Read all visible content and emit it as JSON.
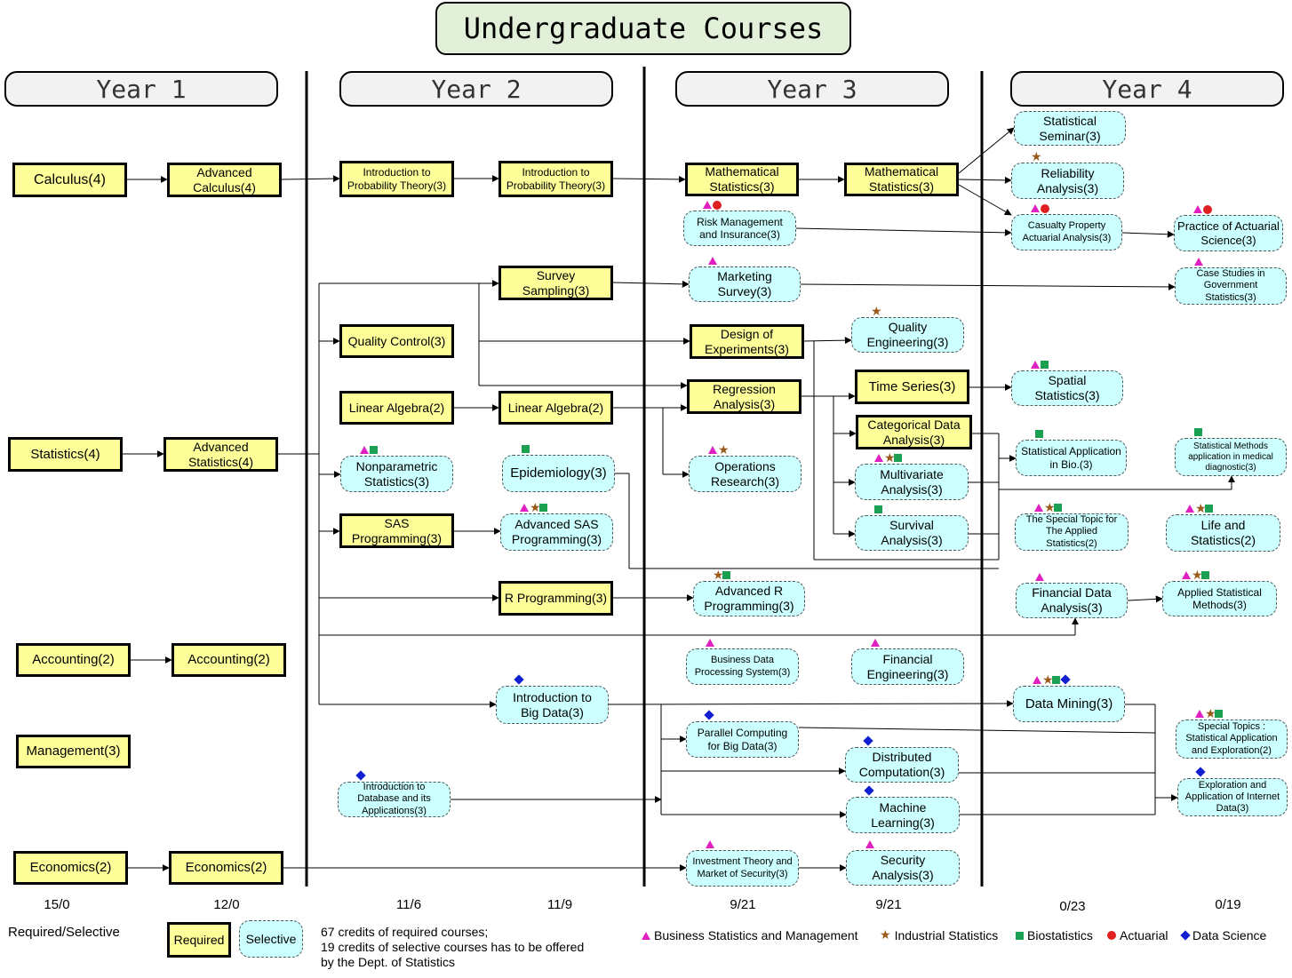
{
  "title": "Undergraduate Courses",
  "years": [
    "Year 1",
    "Year 2",
    "Year 3",
    "Year 4"
  ],
  "courses": [
    {
      "id": "calc",
      "label": "Calculus(4)",
      "type": "req",
      "fs": 16
    },
    {
      "id": "advcalc",
      "label": "Advanced\nCalculus(4)",
      "type": "req",
      "fs": 14
    },
    {
      "id": "prob1",
      "label": "Introduction to\nProbability Theory(3)",
      "type": "req",
      "fs": 12
    },
    {
      "id": "prob2",
      "label": "Introduction to\nProbability Theory(3)",
      "type": "req",
      "fs": 12
    },
    {
      "id": "mstat1",
      "label": "Mathematical\nStatistics(3)",
      "type": "req",
      "fs": 14
    },
    {
      "id": "mstat2",
      "label": "Mathematical\nStatistics(3)",
      "type": "req",
      "fs": 14
    },
    {
      "id": "statsem",
      "label": "Statistical\nSeminar(3)",
      "type": "sel",
      "fs": 14
    },
    {
      "id": "reliab",
      "label": "Reliability\nAnalysis(3)",
      "type": "sel",
      "fs": 14
    },
    {
      "id": "riskmgmt",
      "label": "Risk Management\nand Insurance(3)",
      "type": "sel",
      "fs": 12
    },
    {
      "id": "casualty",
      "label": "Casualty Property\nActuarial Analysis(3)",
      "type": "sel",
      "fs": 11
    },
    {
      "id": "practact",
      "label": "Practice of Actuarial\nScience(3)",
      "type": "sel",
      "fs": 13
    },
    {
      "id": "survsamp",
      "label": "Survey\nSampling(3)",
      "type": "req",
      "fs": 14
    },
    {
      "id": "mktsurvey",
      "label": "Marketing\nSurvey(3)",
      "type": "sel",
      "fs": 14
    },
    {
      "id": "casegov",
      "label": "Case Studies in\nGovernment\nStatistics(3)",
      "type": "sel",
      "fs": 11
    },
    {
      "id": "qc",
      "label": "Quality Control(3)",
      "type": "req",
      "fs": 14
    },
    {
      "id": "doe",
      "label": "Design of\nExperiments(3)",
      "type": "req",
      "fs": 14
    },
    {
      "id": "qualeng",
      "label": "Quality\nEngineering(3)",
      "type": "sel",
      "fs": 14
    },
    {
      "id": "linalg1",
      "label": "Linear Algebra(2)",
      "type": "req",
      "fs": 14
    },
    {
      "id": "linalg2",
      "label": "Linear Algebra(2)",
      "type": "req",
      "fs": 14
    },
    {
      "id": "regr",
      "label": "Regression\nAnalysis(3)",
      "type": "req",
      "fs": 14
    },
    {
      "id": "tseries",
      "label": "Time Series(3)",
      "type": "req",
      "fs": 15
    },
    {
      "id": "spatial",
      "label": "Spatial\nStatistics(3)",
      "type": "sel",
      "fs": 14
    },
    {
      "id": "stat",
      "label": "Statistics(4)",
      "type": "req",
      "fs": 15
    },
    {
      "id": "advstat",
      "label": "Advanced\nStatistics(4)",
      "type": "req",
      "fs": 14
    },
    {
      "id": "nonparam",
      "label": "Nonparametric\nStatistics(3)",
      "type": "sel",
      "fs": 14
    },
    {
      "id": "epi",
      "label": "Epidemiology(3)",
      "type": "sel",
      "fs": 15
    },
    {
      "id": "opsres",
      "label": "Operations\nResearch(3)",
      "type": "sel",
      "fs": 14
    },
    {
      "id": "catdata",
      "label": "Categorical Data\nAnalysis(3)",
      "type": "req",
      "fs": 14
    },
    {
      "id": "multivar",
      "label": "Multivariate\nAnalysis(3)",
      "type": "sel",
      "fs": 14
    },
    {
      "id": "survival",
      "label": "Survival\nAnalysis(3)",
      "type": "sel",
      "fs": 14
    },
    {
      "id": "statbio",
      "label": "Statistical Application\nin Bio.(3)",
      "type": "sel",
      "fs": 12
    },
    {
      "id": "statmed",
      "label": "Statistical Methods\napplication in medical\ndiagnostic(3)",
      "type": "sel",
      "fs": 10
    },
    {
      "id": "sas",
      "label": "SAS\nProgramming(3)",
      "type": "req",
      "fs": 14
    },
    {
      "id": "advsas",
      "label": "Advanced SAS\nProgramming(3)",
      "type": "sel",
      "fs": 14
    },
    {
      "id": "spectopic",
      "label": "The Special Topic for\nThe Applied\nStatistics(2)",
      "type": "sel",
      "fs": 11
    },
    {
      "id": "life",
      "label": "Life and\nStatistics(2)",
      "type": "sel",
      "fs": 14
    },
    {
      "id": "rprog",
      "label": "R Programming(3)",
      "type": "req",
      "fs": 14
    },
    {
      "id": "advr",
      "label": "Advanced R\nProgramming(3)",
      "type": "sel",
      "fs": 14
    },
    {
      "id": "findata",
      "label": "Financial Data\nAnalysis(3)",
      "type": "sel",
      "fs": 14
    },
    {
      "id": "applstat",
      "label": "Applied Statistical\nMethods(3)",
      "type": "sel",
      "fs": 12
    },
    {
      "id": "acct1",
      "label": "Accounting(2)",
      "type": "req",
      "fs": 15
    },
    {
      "id": "acct2",
      "label": "Accounting(2)",
      "type": "req",
      "fs": 15
    },
    {
      "id": "busdata",
      "label": "Business Data\nProcessing System(3)",
      "type": "sel",
      "fs": 11
    },
    {
      "id": "fineng",
      "label": "Financial\nEngineering(3)",
      "type": "sel",
      "fs": 14
    },
    {
      "id": "bigdata",
      "label": "Introduction to\nBig Data(3)",
      "type": "sel",
      "fs": 14
    },
    {
      "id": "datamining",
      "label": "Data Mining(3)",
      "type": "sel",
      "fs": 15
    },
    {
      "id": "parallel",
      "label": "Parallel Computing\nfor Big Data(3)",
      "type": "sel",
      "fs": 12
    },
    {
      "id": "specstat",
      "label": "Special Topics :\nStatistical Application\nand Exploration(2)",
      "type": "sel",
      "fs": 11
    },
    {
      "id": "mgmt",
      "label": "Management(3)",
      "type": "req",
      "fs": 15
    },
    {
      "id": "distcomp",
      "label": "Distributed\nComputation(3)",
      "type": "sel",
      "fs": 14
    },
    {
      "id": "database",
      "label": "Introduction to\nDatabase and its\nApplications(3)",
      "type": "sel",
      "fs": 11
    },
    {
      "id": "explore",
      "label": "Exploration and\nApplication of Internet\nData(3)",
      "type": "sel",
      "fs": 11
    },
    {
      "id": "ml",
      "label": "Machine\nLearning(3)",
      "type": "sel",
      "fs": 14
    },
    {
      "id": "econ1",
      "label": "Economics(2)",
      "type": "req",
      "fs": 15
    },
    {
      "id": "econ2",
      "label": "Economics(2)",
      "type": "req",
      "fs": 15
    },
    {
      "id": "invest",
      "label": "Investment Theory and\nMarket of Security(3)",
      "type": "sel",
      "fs": 11
    },
    {
      "id": "secanal",
      "label": "Security\nAnalysis(3)",
      "type": "sel",
      "fs": 14
    }
  ],
  "markers": [
    {
      "course": "riskmgmt",
      "tracks": [
        "tri",
        "dot"
      ]
    },
    {
      "course": "reliab",
      "tracks": [
        "star"
      ]
    },
    {
      "course": "casualty",
      "tracks": [
        "tri",
        "dot"
      ]
    },
    {
      "course": "practact",
      "tracks": [
        "tri",
        "dot"
      ]
    },
    {
      "course": "mktsurvey",
      "tracks": [
        "tri"
      ]
    },
    {
      "course": "casegov",
      "tracks": [
        "tri"
      ]
    },
    {
      "course": "qualeng",
      "tracks": [
        "star"
      ]
    },
    {
      "course": "spatial",
      "tracks": [
        "tri",
        "sq"
      ]
    },
    {
      "course": "nonparam",
      "tracks": [
        "tri",
        "sq"
      ]
    },
    {
      "course": "epi",
      "tracks": [
        "sq"
      ]
    },
    {
      "course": "opsres",
      "tracks": [
        "tri",
        "star"
      ]
    },
    {
      "course": "statbio",
      "tracks": [
        "sq"
      ]
    },
    {
      "course": "statmed",
      "tracks": [
        "sq"
      ]
    },
    {
      "course": "multivar",
      "tracks": [
        "tri",
        "star",
        "sq"
      ]
    },
    {
      "course": "survival",
      "tracks": [
        "sq"
      ]
    },
    {
      "course": "advsas",
      "tracks": [
        "tri",
        "star",
        "sq"
      ]
    },
    {
      "course": "spectopic",
      "tracks": [
        "tri",
        "star",
        "sq"
      ]
    },
    {
      "course": "life",
      "tracks": [
        "tri",
        "star",
        "sq"
      ]
    },
    {
      "course": "advr",
      "tracks": [
        "star",
        "sq"
      ]
    },
    {
      "course": "findata",
      "tracks": [
        "tri"
      ]
    },
    {
      "course": "applstat",
      "tracks": [
        "tri",
        "star",
        "sq"
      ]
    },
    {
      "course": "busdata",
      "tracks": [
        "tri"
      ]
    },
    {
      "course": "fineng",
      "tracks": [
        "tri"
      ]
    },
    {
      "course": "bigdata",
      "tracks": [
        "dia"
      ]
    },
    {
      "course": "datamining",
      "tracks": [
        "tri",
        "star",
        "sq",
        "dia"
      ]
    },
    {
      "course": "parallel",
      "tracks": [
        "dia"
      ]
    },
    {
      "course": "specstat",
      "tracks": [
        "tri",
        "star",
        "sq"
      ]
    },
    {
      "course": "distcomp",
      "tracks": [
        "dia"
      ]
    },
    {
      "course": "database",
      "tracks": [
        "dia"
      ]
    },
    {
      "course": "explore",
      "tracks": [
        "dia"
      ]
    },
    {
      "course": "ml",
      "tracks": [
        "dia"
      ]
    },
    {
      "course": "invest",
      "tracks": [
        "tri"
      ]
    },
    {
      "course": "secanal",
      "tracks": [
        "tri"
      ]
    }
  ],
  "credits": [
    "15/0",
    "12/0",
    "11/6",
    "11/9",
    "9/21",
    "9/21",
    "0/23",
    "0/19"
  ],
  "credits_label": "Required/Selective",
  "legend": {
    "required": "Required",
    "selective": "Selective",
    "note": "67 credits of required courses;\n19 credits of selective courses has to be offered\nby the Dept. of Statistics",
    "tracks": [
      {
        "shape": "tri",
        "label": "Business Statistics and Management",
        "color": "#e020c0"
      },
      {
        "shape": "star",
        "label": "Industrial Statistics",
        "color": "#9a5a1a"
      },
      {
        "shape": "sq",
        "label": "Biostatistics",
        "color": "#1aa050"
      },
      {
        "shape": "dot",
        "label": "Actuarial",
        "color": "#e02020"
      },
      {
        "shape": "dia",
        "label": "Data Science",
        "color": "#1020d0"
      }
    ]
  }
}
